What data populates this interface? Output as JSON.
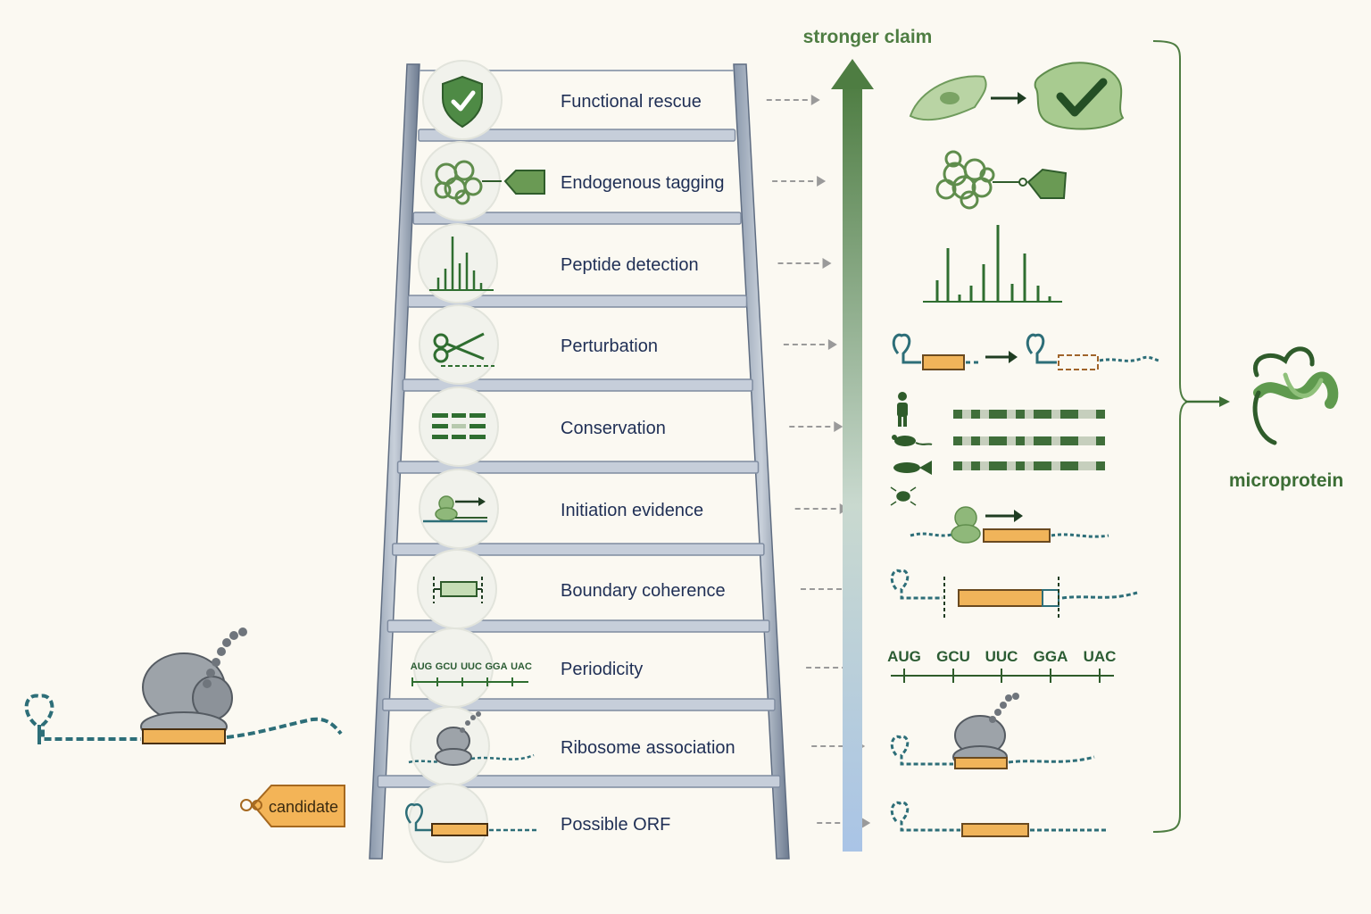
{
  "rungs": [
    {
      "label": "Functional rescue",
      "icon": "shield-check-icon"
    },
    {
      "label": "Endogenous tagging",
      "icon": "tagged-protein-icon"
    },
    {
      "label": "Peptide detection",
      "icon": "mass-spectrum-icon"
    },
    {
      "label": "Perturbation",
      "icon": "scissors-icon"
    },
    {
      "label": "Conservation",
      "icon": "alignment-icon"
    },
    {
      "label": "Initiation evidence",
      "icon": "initiating-ribosome-icon"
    },
    {
      "label": "Boundary coherence",
      "icon": "orf-boundary-icon"
    },
    {
      "label": "Periodicity",
      "icon": "codon-periodicity-icon"
    },
    {
      "label": "Ribosome association",
      "icon": "ribosome-icon"
    },
    {
      "label": "Possible ORF",
      "icon": "orf-transcript-icon"
    }
  ],
  "codons": [
    "AUG",
    "GCU",
    "UUC",
    "GGA",
    "UAC"
  ],
  "arrow_label": "stronger claim",
  "result_label": "microprotein",
  "candidate_tag": "candidate",
  "colors": {
    "green": "#4e7d42",
    "dark_green": "#2f5c2b",
    "orf": "#f0b45a",
    "rna": "#2d6e78",
    "ladder": "#6e7f96",
    "text": "#1f2f55"
  }
}
